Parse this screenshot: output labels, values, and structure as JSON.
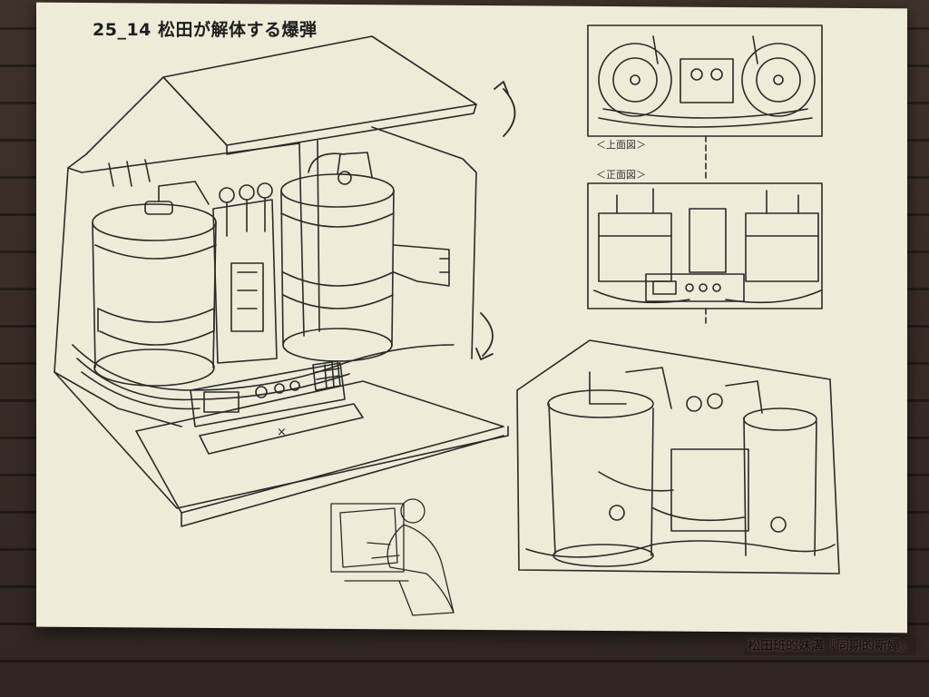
{
  "sheet": {
    "title": "25_14  松田が解体する爆弾",
    "top_view_label": "＜上面図＞",
    "front_view_label": "＜正面図＞",
    "panel_mark": "×"
  },
  "wall_caption": "松田班的妹溝『同期的新婦』",
  "colors": {
    "paper": "#efebd9",
    "ink": "#2a2a2a",
    "wall": "#3a2d28"
  }
}
